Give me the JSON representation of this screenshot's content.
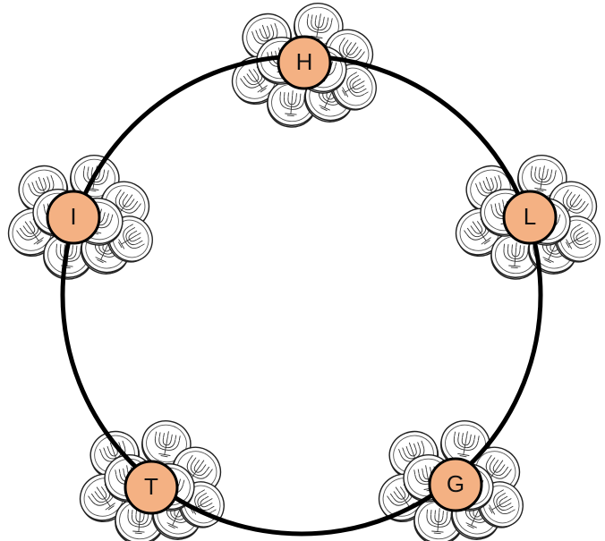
{
  "diagram": {
    "ring": {
      "stroke_color": "#000000"
    },
    "coin_icon": "menorah-coin-icon",
    "nodes": [
      {
        "id": "H",
        "label": "H",
        "fill": "#F4B183"
      },
      {
        "id": "L",
        "label": "L",
        "fill": "#F4B183"
      },
      {
        "id": "G",
        "label": "G",
        "fill": "#F4B183"
      },
      {
        "id": "T",
        "label": "T",
        "fill": "#F4B183"
      },
      {
        "id": "I",
        "label": "I",
        "fill": "#F4B183"
      }
    ]
  }
}
